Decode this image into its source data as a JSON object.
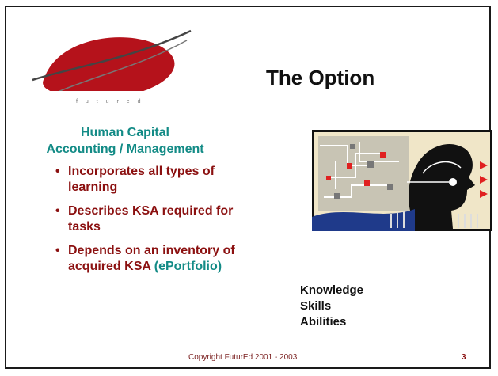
{
  "logo": {
    "text": "f u t u r e d"
  },
  "slide": {
    "title": "The Option",
    "subheading": "Human Capital Accounting / Management",
    "bullets": [
      {
        "text": "Incorporates all types of learning"
      },
      {
        "text": "Describes KSA required for tasks"
      },
      {
        "text": "Depends on an inventory of acquired KSA",
        "highlight": "(ePortfolio)"
      }
    ],
    "ksa": [
      "Knowledge",
      "Skills",
      "Abilities"
    ],
    "footer": "Copyright FuturEd 2001 - 2003",
    "page_number": "3"
  },
  "colors": {
    "teal": "#138b86",
    "maroon": "#8b1010",
    "logo_red": "#b5121b"
  }
}
